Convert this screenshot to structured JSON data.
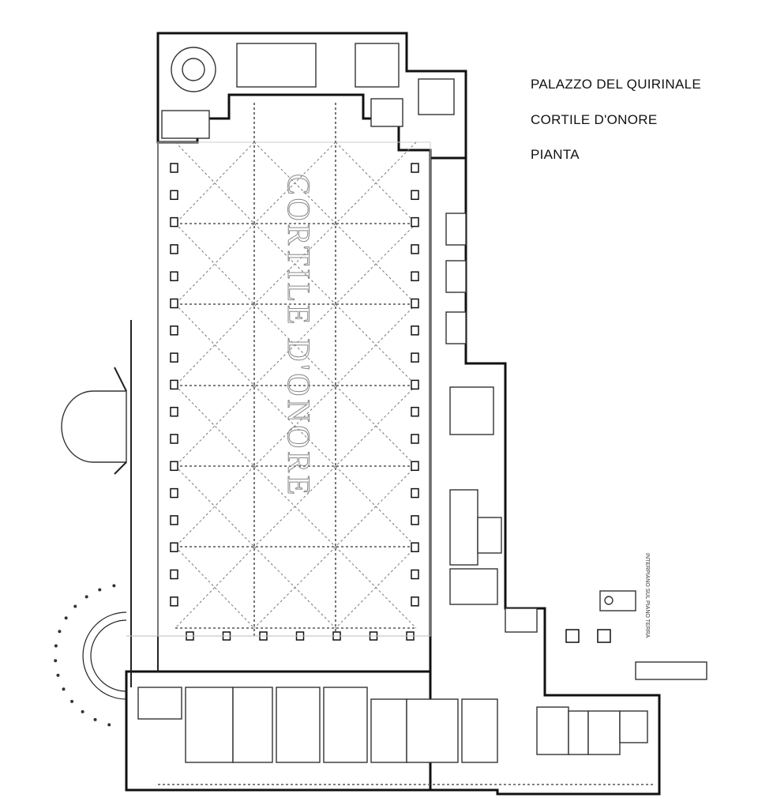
{
  "title": {
    "line1": "PALAZZO DEL QUIRINALE",
    "line2": "CORTILE D'ONORE",
    "line3": "PIANTA"
  },
  "plan": {
    "courtyard_label": "CORTILE D'ONORE",
    "inset_label": "INTERPIANO SUL PIANO TERRA"
  }
}
